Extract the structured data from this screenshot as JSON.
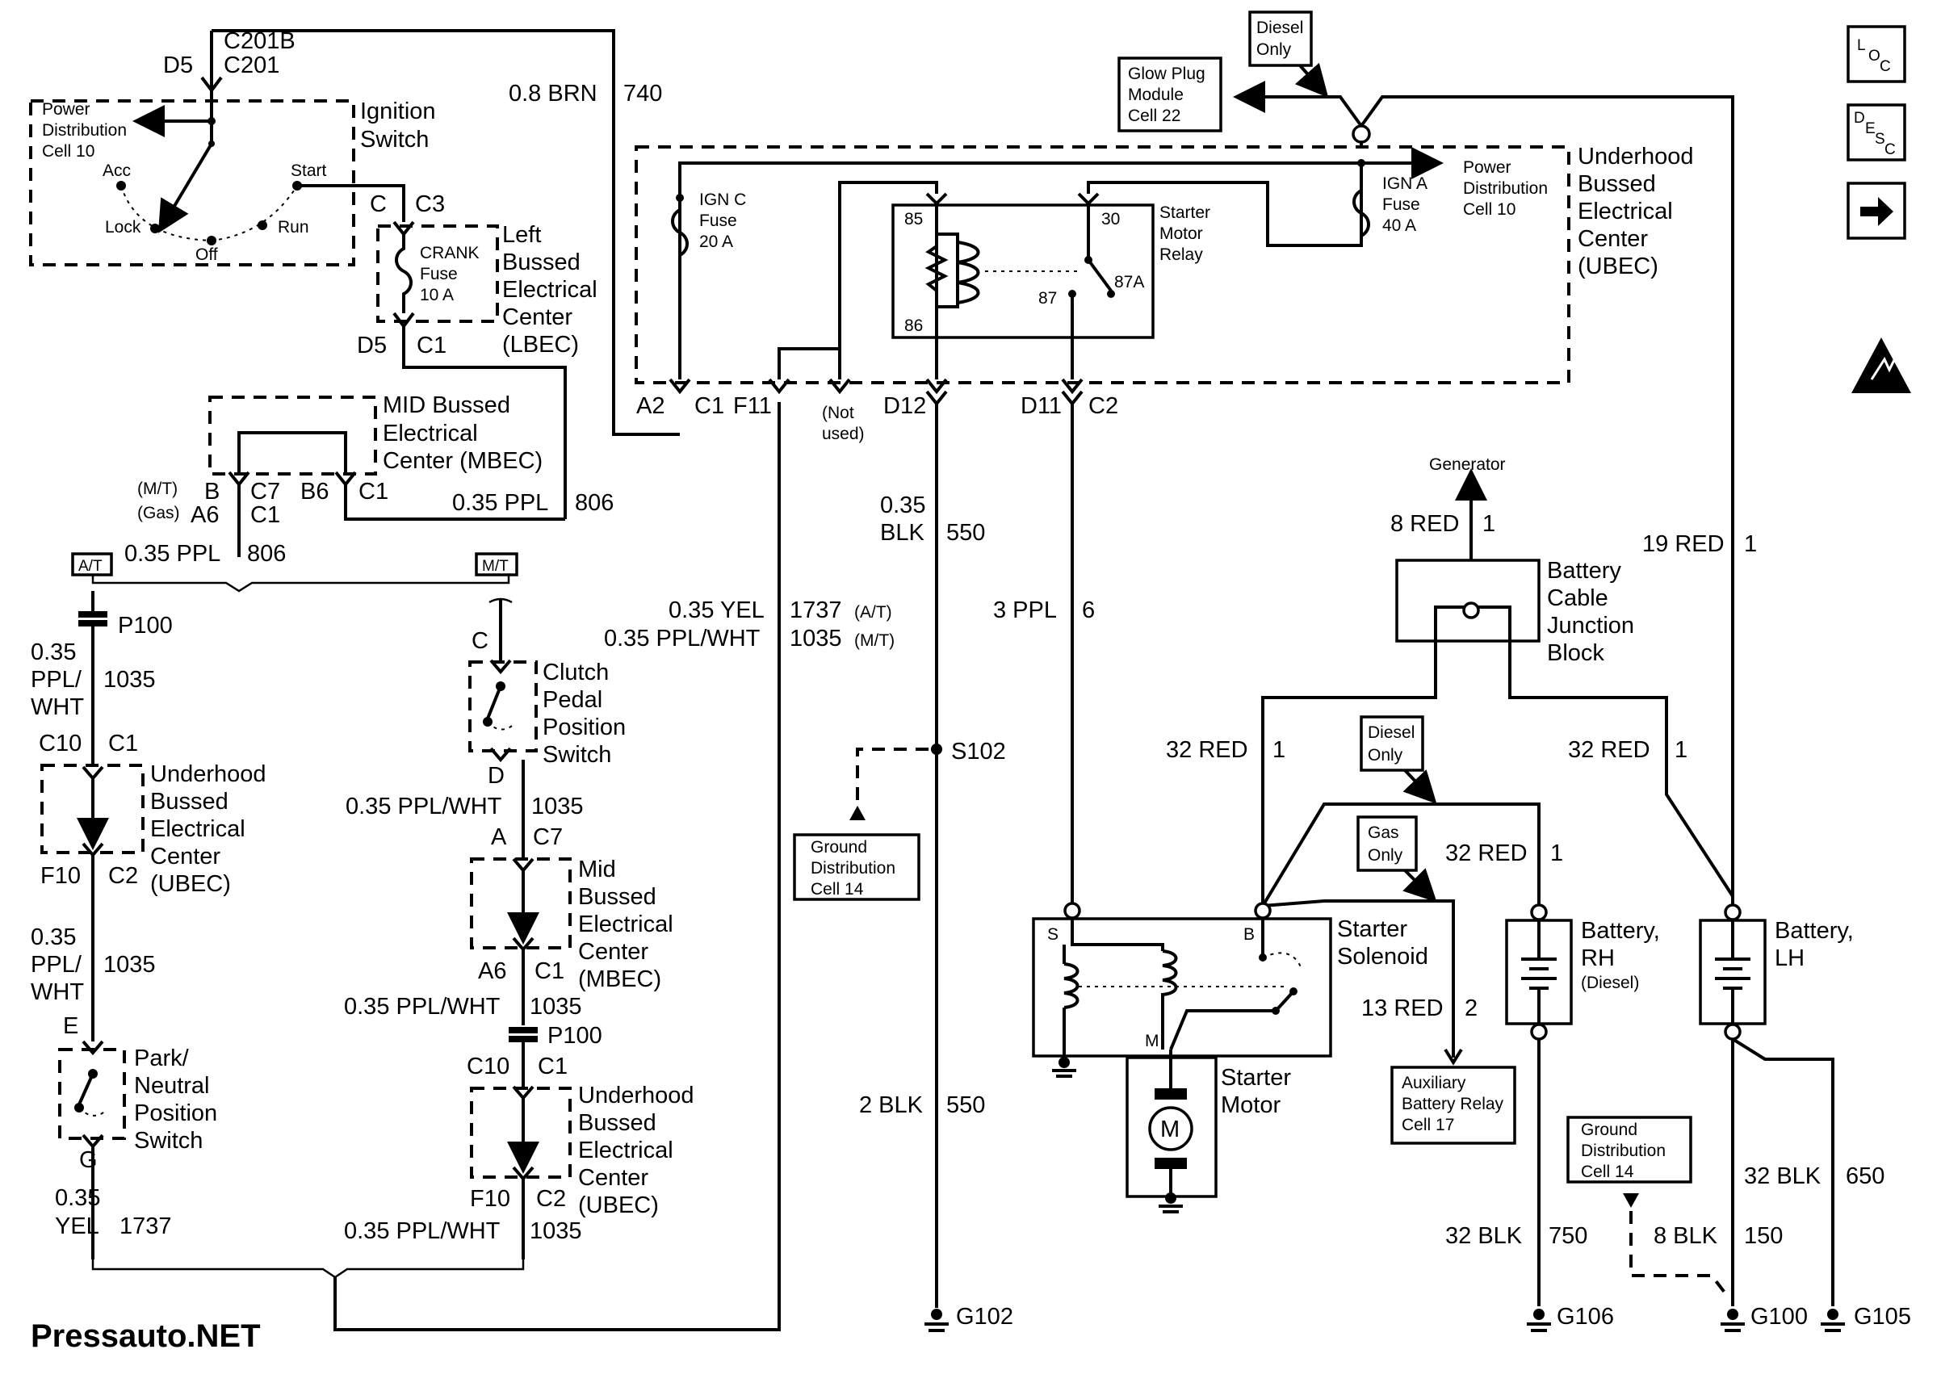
{
  "watermark": "Pressauto.NET",
  "legend_icons": [
    "loc-icon",
    "desc-icon",
    "arrow-right-icon",
    "esd-warning-icon"
  ],
  "labels": {
    "c201b": "C201B",
    "c201": "C201",
    "d5_top": "D5",
    "pdc_top": [
      "Power",
      "Distribution",
      "Cell 10"
    ],
    "ign_switch": [
      "Ignition",
      "Switch"
    ],
    "acc": "Acc",
    "lock": "Lock",
    "off": "Off",
    "run": "Run",
    "start": "Start",
    "brn_wire": "0.8 BRN",
    "brn_circ": "740",
    "c_c3_c": "C",
    "c_c3": "C3",
    "crank_fuse": [
      "CRANK",
      "Fuse",
      "10 A"
    ],
    "lbec": [
      "Left",
      "Bussed",
      "Electrical",
      "Center",
      "(LBEC)"
    ],
    "d5_c1_d5": "D5",
    "d5_c1_c1": "C1",
    "mbec_top": [
      "MID Bussed",
      "Electrical",
      "Center (MBEC)"
    ],
    "mt": "(M/T)",
    "gas": "(Gas)",
    "b": "B",
    "c7": "C7",
    "b6": "B6",
    "c1_mid": "C1",
    "a6": "A6",
    "c1_mid2": "C1",
    "ppl_wire": "0.35 PPL",
    "ppl_circ": "806",
    "ppl_wire2": "0.35 PPL",
    "ppl_circ2": "806",
    "at_tag": "A/T",
    "mt_tag": "M/T",
    "p100": "P100",
    "pplwht_left": [
      "0.35",
      "PPL/",
      "WHT"
    ],
    "c1035_a": "1035",
    "c10": "C10",
    "c1_ubec": "C1",
    "ubec_left": [
      "Underhood",
      "Bussed",
      "Electrical",
      "Center",
      "(UBEC)"
    ],
    "f10": "F10",
    "c2": "C2",
    "pplwht_left2": [
      "0.35",
      "PPL/",
      "WHT"
    ],
    "c1035_b": "1035",
    "e": "E",
    "pnp_switch": [
      "Park/",
      "Neutral",
      "Position",
      "Switch"
    ],
    "g": "G",
    "yel_left": [
      "0.35",
      "YEL"
    ],
    "c1737": "1737",
    "c_clutch": "C",
    "clutch_switch": [
      "Clutch",
      "Pedal",
      "Position",
      "Switch"
    ],
    "d_clutch": "D",
    "pplwht_mid1": "0.35 PPL/WHT",
    "c1035_c": "1035",
    "a_mbec": "A",
    "c7_mbec": "C7",
    "mbec_mid": [
      "Mid",
      "Bussed",
      "Electrical",
      "Center",
      "(MBEC)"
    ],
    "a6_mbec": "A6",
    "c1_mbec": "C1",
    "pplwht_mid2": "0.35 PPL/WHT",
    "c1035_d": "1035",
    "p100_mid": "P100",
    "c10_mid": "C10",
    "c1_mid_ubec": "C1",
    "ubec_mid": [
      "Underhood",
      "Bussed",
      "Electrical",
      "Center",
      "(UBEC)"
    ],
    "f10_mid": "F10",
    "c2_mid": "C2",
    "pplwht_mid3": "0.35 PPL/WHT",
    "c1035_e": "1035",
    "yel_center": "0.35 YEL",
    "c1737_at": "1737",
    "at_sfx": "(A/T)",
    "pplwht_center": "0.35 PPL/WHT",
    "c1035_mt": "1035",
    "mt_sfx": "(M/T)",
    "ign_c_fuse": [
      "IGN C",
      "Fuse",
      "20 A"
    ],
    "a2": "A2",
    "c1_ubec_top": "C1",
    "f11": "F11",
    "not_used": [
      "(Not",
      "used)"
    ],
    "d12": "D12",
    "d11": "D11",
    "c2_top": "C2",
    "relay_85": "85",
    "relay_86": "86",
    "relay_30": "30",
    "relay_87": "87",
    "relay_87a": "87A",
    "starter_relay": [
      "Starter",
      "Motor",
      "Relay"
    ],
    "ign_a_fuse": [
      "IGN A",
      "Fuse",
      "40 A"
    ],
    "pdc_right": [
      "Power",
      "Distribution",
      "Cell 10"
    ],
    "ubec_right": [
      "Underhood",
      "Bussed",
      "Electrical",
      "Center",
      "(UBEC)"
    ],
    "glow_plug": [
      "Glow Plug",
      "Module",
      "Cell 22"
    ],
    "diesel_only_top": [
      "Diesel",
      "Only"
    ],
    "blk035": [
      "0.35",
      "BLK"
    ],
    "c550": "550",
    "ppl3": "3 PPL",
    "c6": "6",
    "s102": "S102",
    "gnd_dist_left": [
      "Ground",
      "Distribution",
      "Cell 14"
    ],
    "blk2": "2 BLK",
    "c550b": "550",
    "g102": "G102",
    "generator": "Generator",
    "red8": "8 RED",
    "c1_gen": "1",
    "bat_junction": [
      "Battery",
      "Cable",
      "Junction",
      "Block"
    ],
    "red19": "19 RED",
    "c1_19": "1",
    "red32_left": "32 RED",
    "c1_32l": "1",
    "red32_right": "32 RED",
    "c1_32r": "1",
    "red32_mid": "32 RED",
    "c1_32m": "1",
    "diesel_only_mid": [
      "Diesel",
      "Only"
    ],
    "gas_only": [
      "Gas",
      "Only"
    ],
    "sol_s": "S",
    "sol_b": "B",
    "sol_m": "M",
    "starter_solenoid": [
      "Starter",
      "Solenoid"
    ],
    "starter_motor": [
      "Starter",
      "Motor"
    ],
    "motor_m": "M",
    "red13": "13 RED",
    "c2_13": "2",
    "aux_relay": [
      "Auxiliary",
      "Battery Relay",
      "Cell 17"
    ],
    "battery_rh": [
      "Battery,",
      "RH",
      "(Diesel)"
    ],
    "battery_lh": [
      "Battery,",
      "LH"
    ],
    "gnd_dist_right": [
      "Ground",
      "Distribution",
      "Cell 14"
    ],
    "blk32_a": "32 BLK",
    "c750": "750",
    "blk8": "8 BLK",
    "c150": "150",
    "blk32_b": "32 BLK",
    "c650": "650",
    "g106": "G106",
    "g100": "G100",
    "g105": "G105"
  }
}
